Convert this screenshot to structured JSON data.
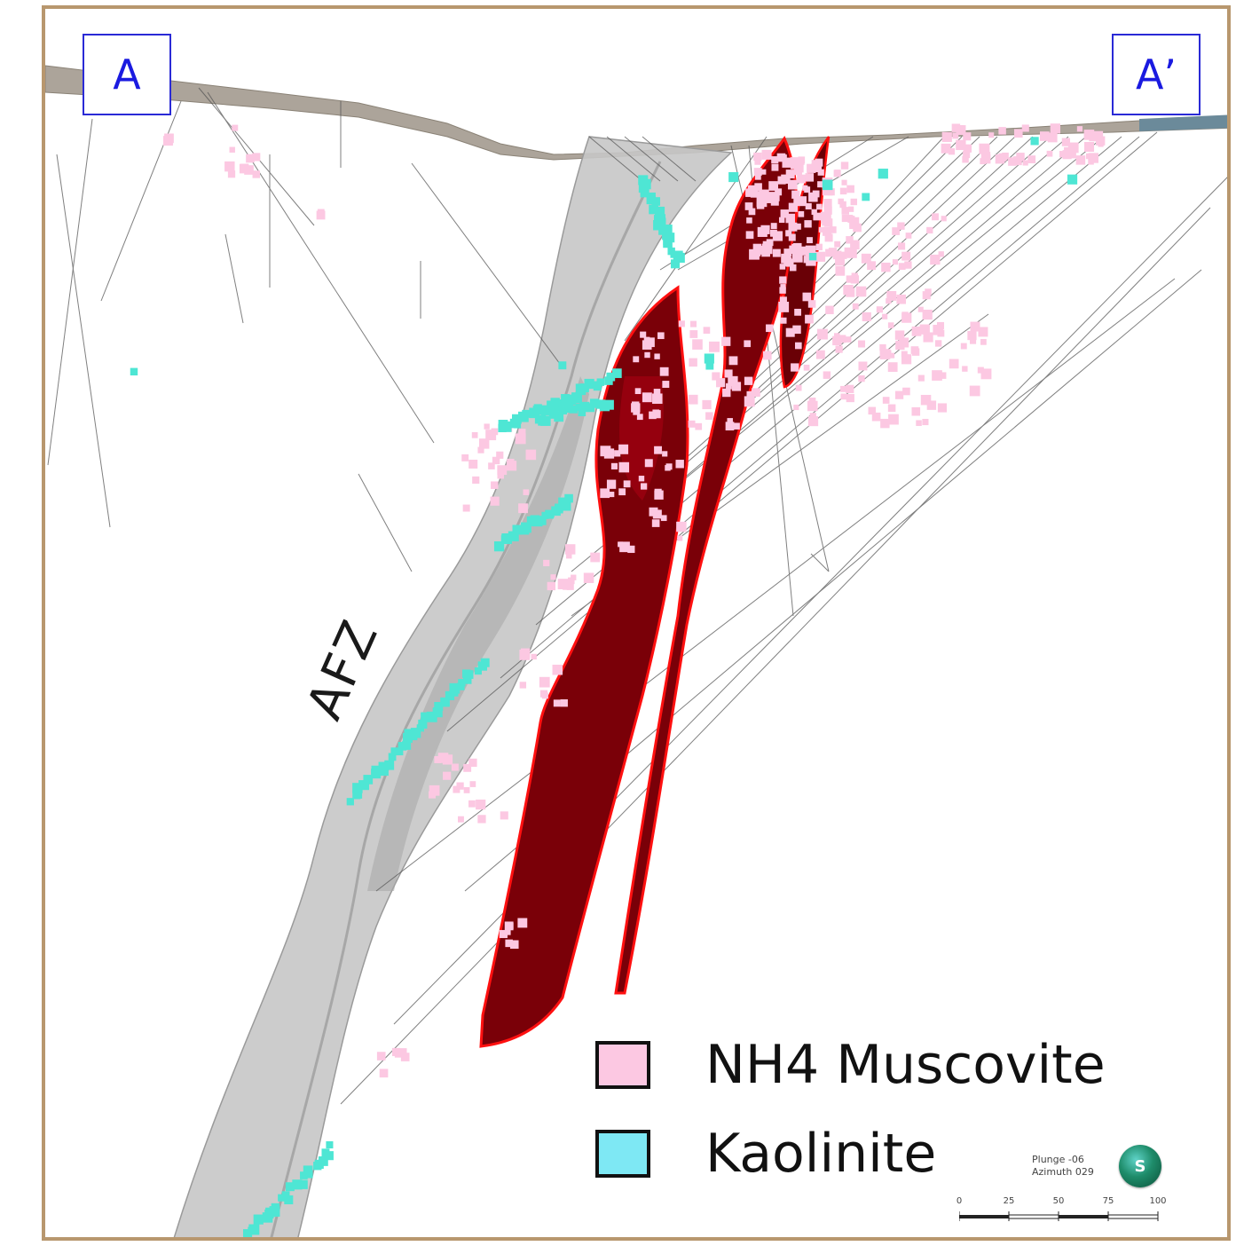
{
  "section": {
    "start_label": "A",
    "end_label": "A’"
  },
  "zone_label": "AFZ",
  "legend": {
    "items": [
      {
        "label": "NH4 Muscovite",
        "color": "#fcc8e2"
      },
      {
        "label": "Kaolinite",
        "color": "#7ee8f4"
      }
    ]
  },
  "orientation": {
    "plunge": "Plunge -06",
    "azimuth": "Azimuth 029",
    "logo_letter": "S"
  },
  "scale_bar": {
    "ticks": [
      "0",
      "25",
      "50",
      "75",
      "100"
    ]
  },
  "colors": {
    "frame": "#b8976e",
    "orebody": "#7a0008",
    "orebody_edge": "#ff1010",
    "fault_zone": "#c6c6c6",
    "surface": "#aca49a",
    "muscovite": "#fcc8e2",
    "kaolinite": "#4ee6d4",
    "drillhole": "#555555",
    "label_border": "#2a2ad6"
  }
}
